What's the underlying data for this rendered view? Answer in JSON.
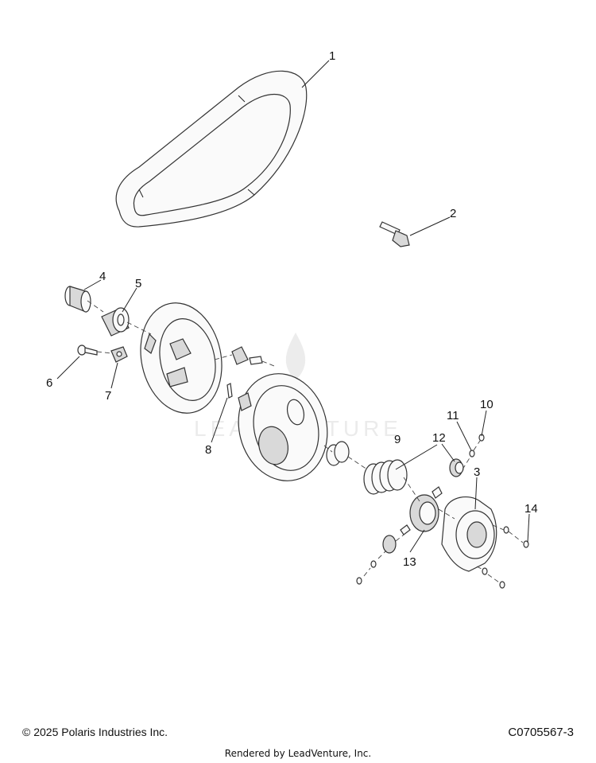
{
  "callouts": {
    "c1": "1",
    "c2": "2",
    "c3": "3",
    "c4": "4",
    "c5": "5",
    "c6": "6",
    "c7": "7",
    "c8": "8",
    "c9": "9",
    "c10": "10",
    "c11": "11",
    "c12": "12",
    "c13": "13",
    "c14": "14"
  },
  "watermark": "LEADVENTURE",
  "footer": {
    "copyright": "© 2025 Polaris Industries Inc.",
    "diagram_code": "C0705567-3",
    "rendered_by": "Rendered by LeadVenture, Inc."
  }
}
